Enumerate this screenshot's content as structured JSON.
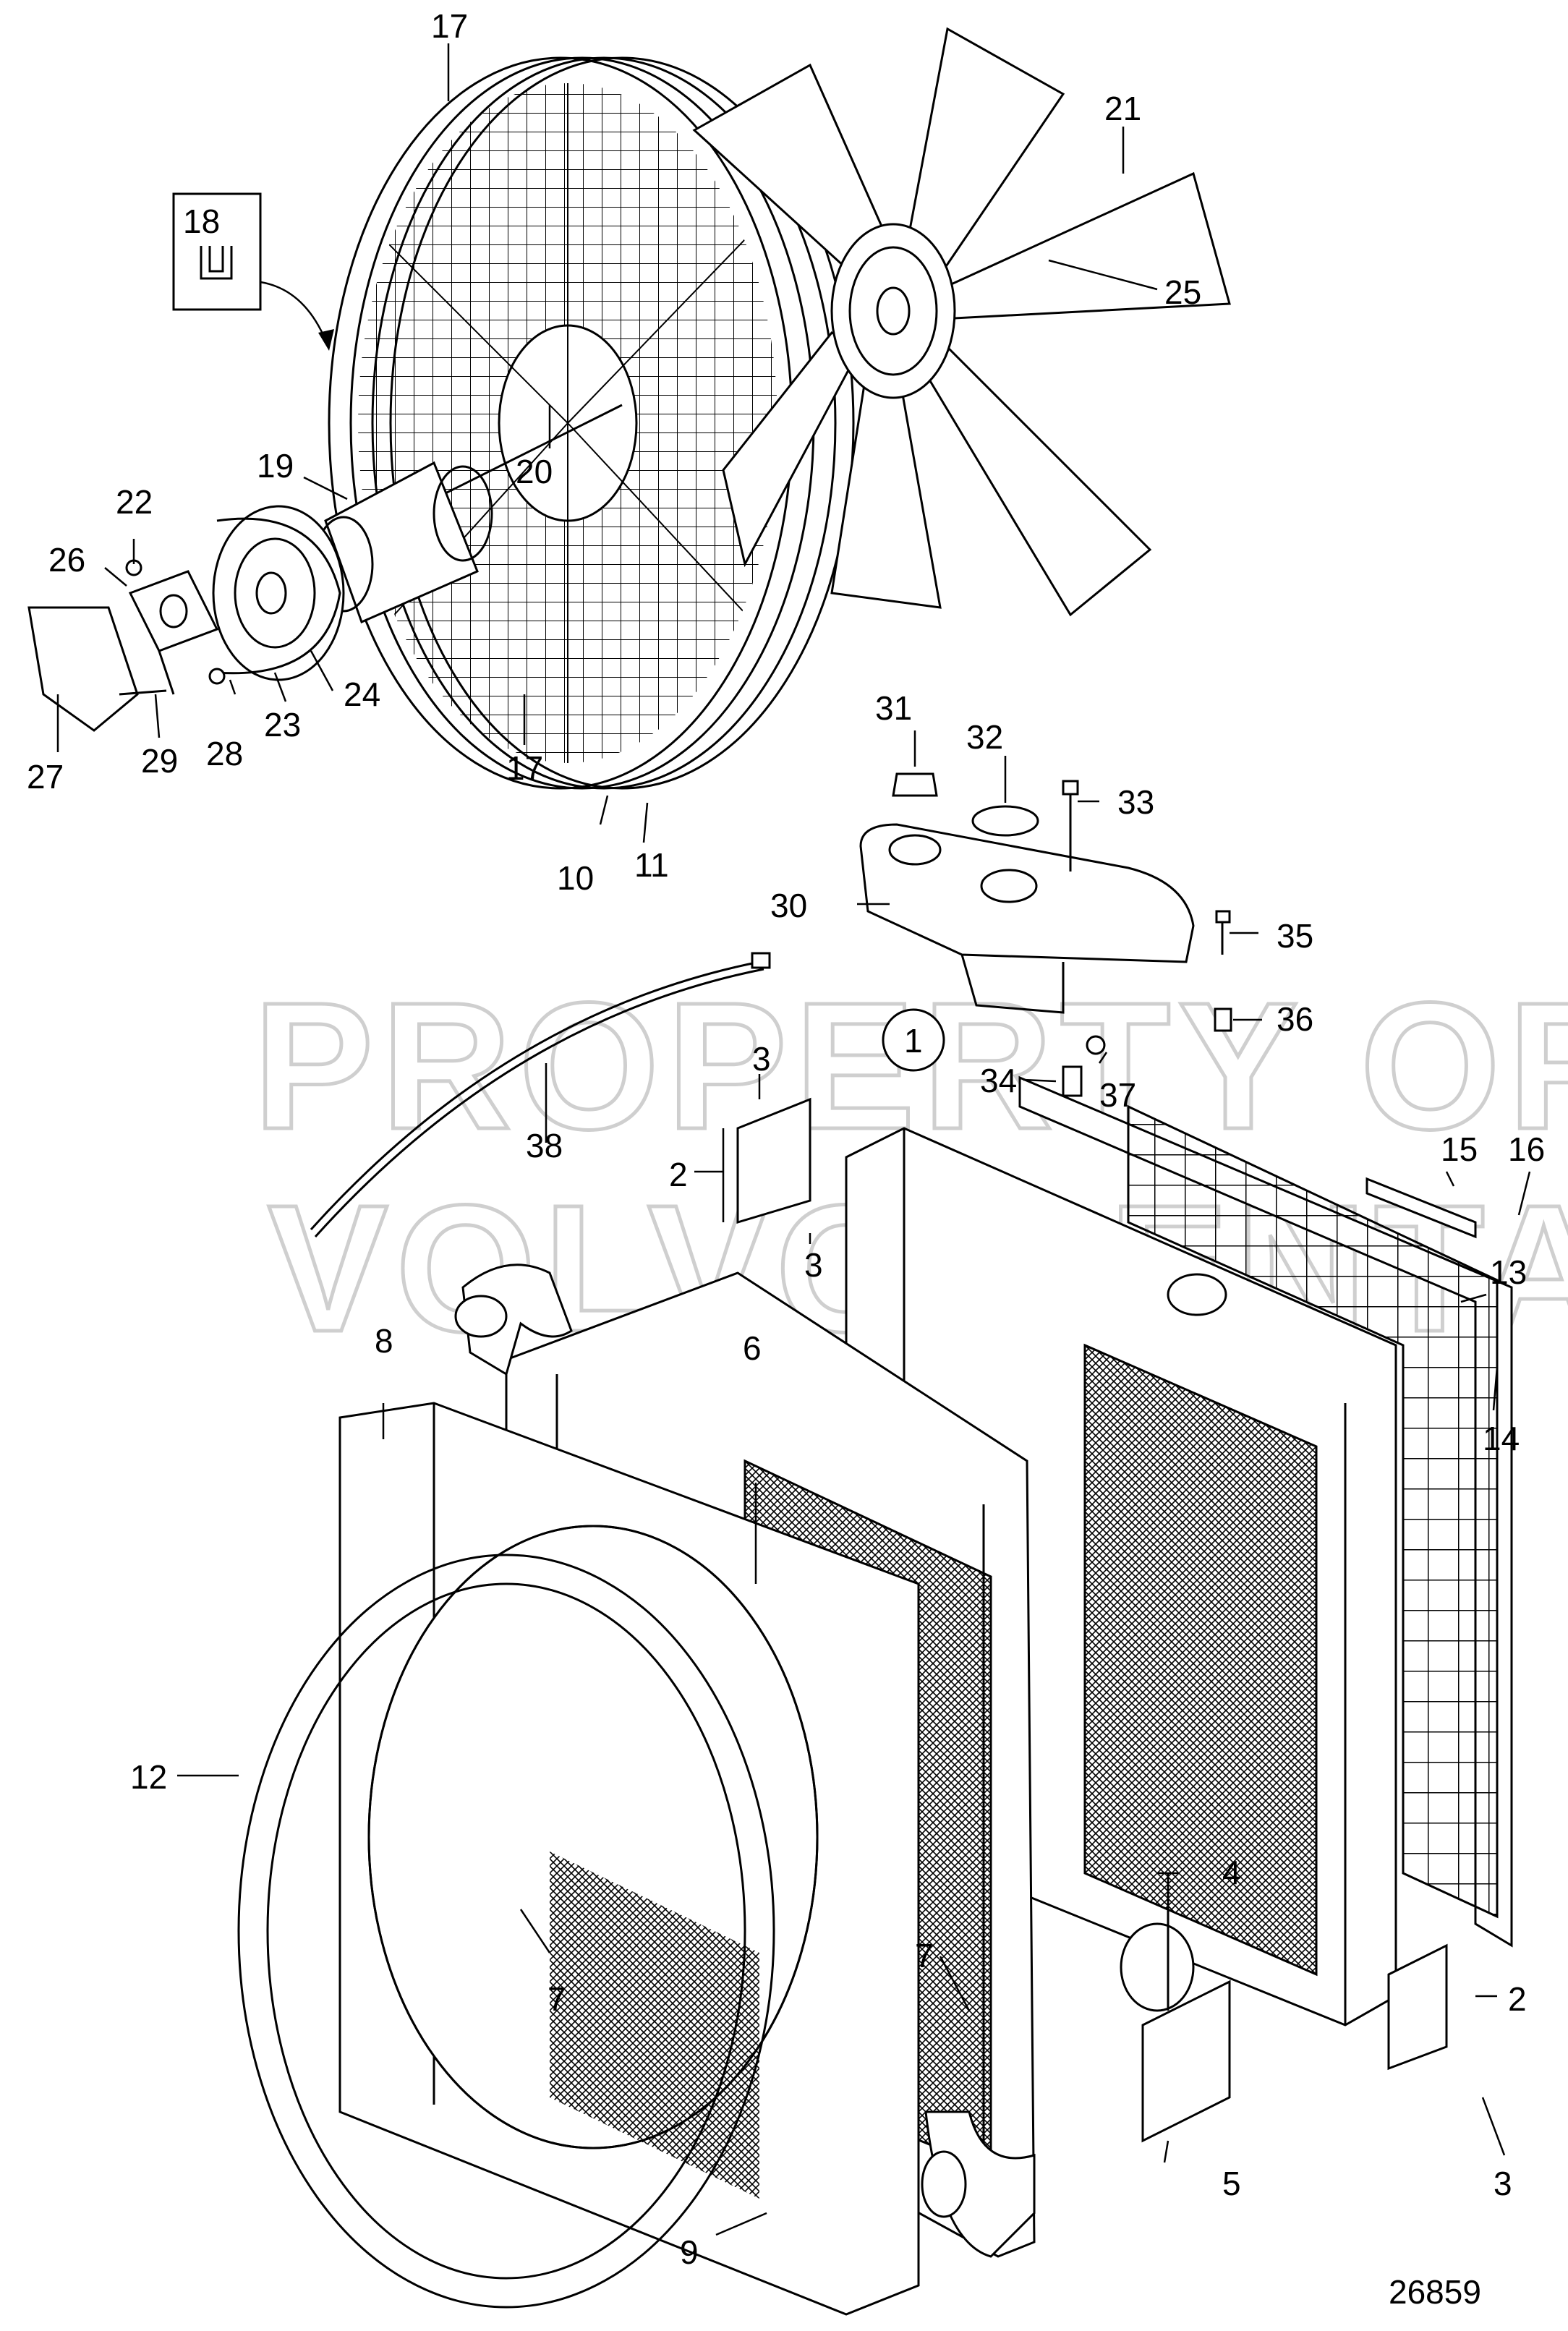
{
  "watermark": {
    "line1": "PROPERTY OF",
    "line2": "VOLVO PENTA"
  },
  "figure_number": "26859",
  "callouts": [
    {
      "id": "17a",
      "text": "17"
    },
    {
      "id": "17b",
      "text": "17"
    },
    {
      "id": "18",
      "text": "18"
    },
    {
      "id": "19",
      "text": "19"
    },
    {
      "id": "20",
      "text": "20"
    },
    {
      "id": "21",
      "text": "21"
    },
    {
      "id": "22",
      "text": "22"
    },
    {
      "id": "23",
      "text": "23"
    },
    {
      "id": "24",
      "text": "24"
    },
    {
      "id": "25",
      "text": "25"
    },
    {
      "id": "26",
      "text": "26"
    },
    {
      "id": "27",
      "text": "27"
    },
    {
      "id": "28",
      "text": "28"
    },
    {
      "id": "29",
      "text": "29"
    },
    {
      "id": "30",
      "text": "30"
    },
    {
      "id": "31",
      "text": "31"
    },
    {
      "id": "32",
      "text": "32"
    },
    {
      "id": "33",
      "text": "33"
    },
    {
      "id": "34",
      "text": "34"
    },
    {
      "id": "35",
      "text": "35"
    },
    {
      "id": "36",
      "text": "36"
    },
    {
      "id": "37",
      "text": "37"
    },
    {
      "id": "38",
      "text": "38"
    },
    {
      "id": "1",
      "text": "1"
    },
    {
      "id": "2a",
      "text": "2"
    },
    {
      "id": "2b",
      "text": "2"
    },
    {
      "id": "3a",
      "text": "3"
    },
    {
      "id": "3b",
      "text": "3"
    },
    {
      "id": "3c",
      "text": "3"
    },
    {
      "id": "4",
      "text": "4"
    },
    {
      "id": "5",
      "text": "5"
    },
    {
      "id": "6",
      "text": "6"
    },
    {
      "id": "7a",
      "text": "7"
    },
    {
      "id": "7b",
      "text": "7"
    },
    {
      "id": "8",
      "text": "8"
    },
    {
      "id": "9",
      "text": "9"
    },
    {
      "id": "10",
      "text": "10"
    },
    {
      "id": "11",
      "text": "11"
    },
    {
      "id": "12",
      "text": "12"
    },
    {
      "id": "13",
      "text": "13"
    },
    {
      "id": "14",
      "text": "14"
    },
    {
      "id": "15",
      "text": "15"
    },
    {
      "id": "16",
      "text": "16"
    }
  ]
}
